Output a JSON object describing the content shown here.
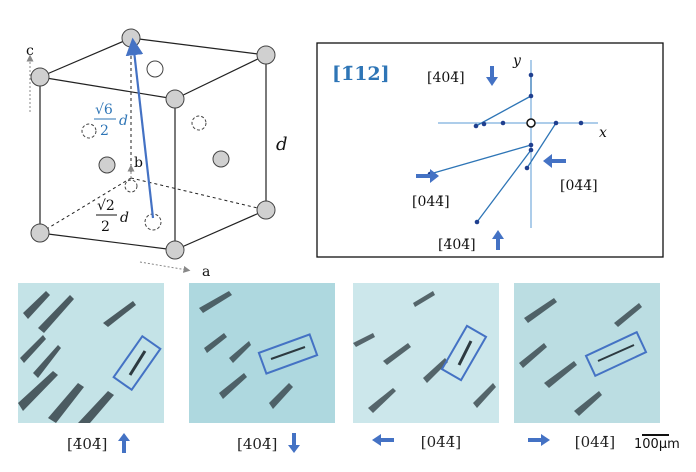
{
  "colors": {
    "blue_arrow": "#4472c4",
    "blue_text": "#2e75b6",
    "atom_fill": "#d0d0d0",
    "micro_bg": "#b9dde2",
    "box_border": "#111111"
  },
  "crystal": {
    "axis_c": "c",
    "axis_b": "b",
    "axis_a": "a",
    "edge_label": "d",
    "diag_blue_sqrt": "√6",
    "diag_blue_den": "2",
    "diag_blue_d": "d",
    "diag_face_sqrt": "√2",
    "diag_face_den": "2",
    "diag_face_d": "d"
  },
  "projection": {
    "title": "[1̄12]",
    "axis_y": "y",
    "axis_x": "x",
    "labels": {
      "top": "[404̄]",
      "right": "[04̄4̄]",
      "left": "[044̄]",
      "bottom": "[4̄04̄]"
    }
  },
  "micrographs": [
    {
      "caption": "[4̄04̄]",
      "arrow": "up"
    },
    {
      "caption": "[404̄]",
      "arrow": "down"
    },
    {
      "caption": "[04̄4̄]",
      "arrow": "left"
    },
    {
      "caption": "[044̄]",
      "arrow": "right"
    }
  ],
  "scale_bar": "100μm",
  "icons": [
    "arrow-up-icon",
    "arrow-down-icon",
    "arrow-left-icon",
    "arrow-right-icon"
  ]
}
